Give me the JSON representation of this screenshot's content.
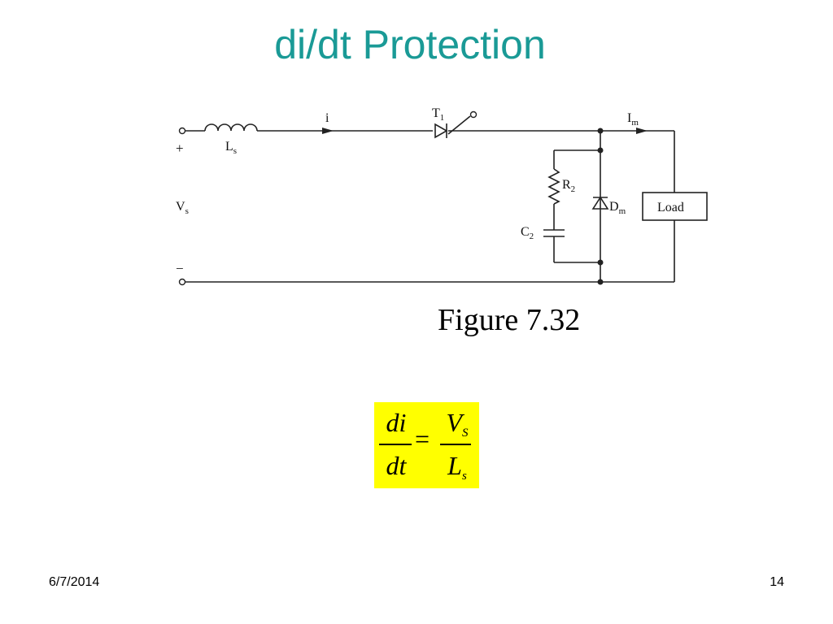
{
  "slide": {
    "title": "di/dt Protection",
    "caption": "Figure 7.32",
    "date": "6/7/2014",
    "page_number": "14"
  },
  "circuit": {
    "labels": {
      "plus": "+",
      "minus": "−",
      "Ls": "L",
      "Ls_sub": "s",
      "i": "i",
      "T1": "T",
      "T1_sub": "1",
      "Im": "I",
      "Im_sub": "m",
      "Vs": "V",
      "Vs_sub": "s",
      "R2": "R",
      "R2_sub": "2",
      "C2": "C",
      "C2_sub": "2",
      "Dm": "D",
      "Dm_sub": "m",
      "load": "Load"
    }
  },
  "formula": {
    "numerator_left": "di",
    "denominator_left": "dt",
    "equals": "=",
    "numerator_right": "V",
    "numerator_right_sub": "S",
    "denominator_right": "L",
    "denominator_right_sub": "s"
  },
  "colors": {
    "title": "#1a9a96",
    "formula_highlight": "#ffff00"
  }
}
